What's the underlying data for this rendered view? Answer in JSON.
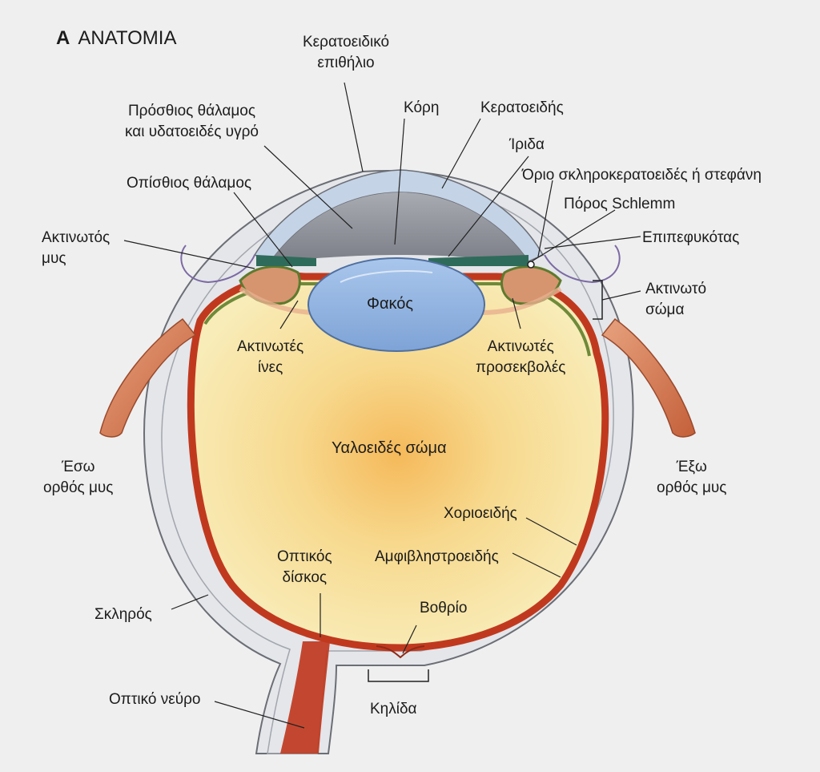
{
  "title": {
    "letter": "A",
    "text": "ANATOMIA"
  },
  "labels": {
    "epithelium": [
      "Κερατοειδικό",
      "επιθήλιο"
    ],
    "anterior_chamber": [
      "Πρόσθιος θάλαμος",
      "και υδατοειδές υγρό"
    ],
    "pupil": "Κόρη",
    "cornea": "Κερατοειδής",
    "iris": "Ίριδα",
    "limbus": "Όριο σκληροκερατοειδές ή στεφάνη",
    "posterior_chamber": "Οπίσθιος θάλαμος",
    "schlemm": "Πόρος Schlemm",
    "ciliary_muscle": [
      "Ακτινωτός",
      "μυς"
    ],
    "conjunctiva": "Επιπεφυκότας",
    "ciliary_body": [
      "Ακτινωτό",
      "σώμα"
    ],
    "lens": "Φακός",
    "zonular_fibers": [
      "Ακτινωτές",
      "ίνες"
    ],
    "ciliary_processes": [
      "Ακτινωτές",
      "προσεκβολές"
    ],
    "vitreous": "Υαλοειδές σώμα",
    "medial_rectus": [
      "Έσω",
      "ορθός μυς"
    ],
    "lateral_rectus": [
      "Έξω",
      "ορθός μυς"
    ],
    "choroid": "Χοριοειδής",
    "retina": "Αμφιβληστροειδής",
    "optic_disc": [
      "Οπτικός",
      "δίσκος"
    ],
    "fovea": "Βοθρίο",
    "sclera": "Σκληρός",
    "optic_nerve": "Οπτικό νεύρο",
    "macula": "Κηλίδα"
  },
  "colors": {
    "background": "#efeff0",
    "sclera": "#e4e6ea",
    "cornea": "#c4d3e6",
    "chamber": "#9a9ca4",
    "lens": "#8fb2de",
    "iris": "#2f6b5a",
    "choroid": "#c0391f",
    "vitreous_center": "#f6c46a",
    "vitreous_edge": "#f7e6a8",
    "ciliary": "#6f8a3a",
    "muscle": "#cf7a52"
  }
}
